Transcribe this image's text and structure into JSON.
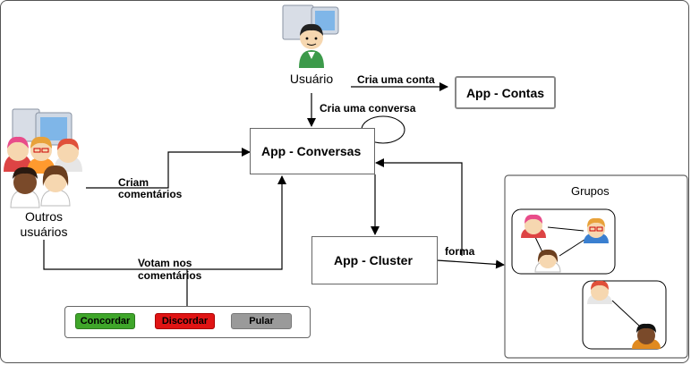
{
  "actors": {
    "user": "Usuário",
    "others_line1": "Outros",
    "others_line2": "usuários"
  },
  "boxes": {
    "contas": "App - Contas",
    "conversas": "App - Conversas",
    "cluster": "App - Cluster",
    "grupos_title": "Grupos"
  },
  "edges": {
    "cria_conta": "Cria uma conta",
    "cria_conversa": "Cria uma conversa",
    "criam_comentarios_1": "Criam",
    "criam_comentarios_2": "comentários",
    "votam_1": "Votam nos",
    "votam_2": "comentários",
    "forma": "forma"
  },
  "vote_buttons": {
    "agree": "Concordar",
    "disagree": "Discordar",
    "skip": "Pular"
  },
  "colors": {
    "agree": "#3fa62a",
    "disagree": "#e01414",
    "skip": "#9a9a9a"
  }
}
